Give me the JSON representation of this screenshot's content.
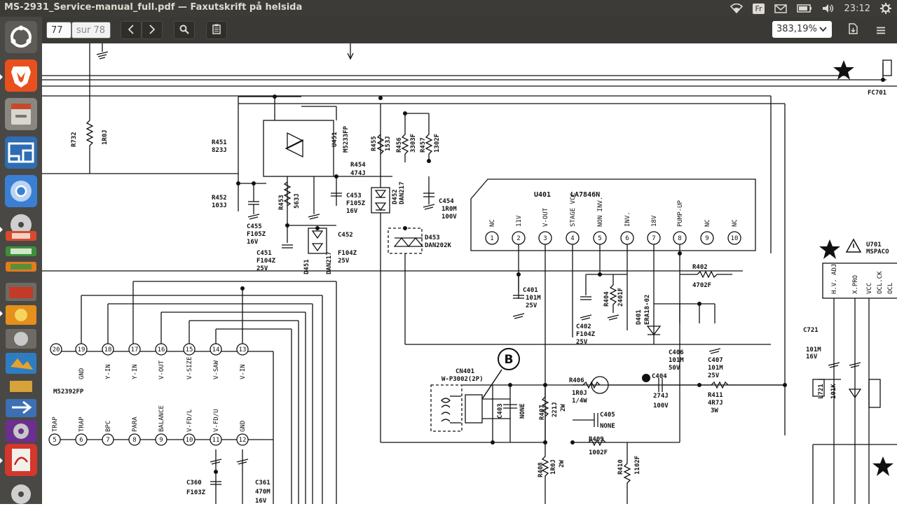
{
  "window": {
    "title": "MS-2931_Service-manual_full.pdf — Faxutskrift på helsida"
  },
  "tray": {
    "keyboard": "Fr",
    "clock": "23:12"
  },
  "toolbar": {
    "page_current": "77",
    "page_total": "sur 78",
    "zoom": "383,19%"
  },
  "launcher": {
    "items": [
      "ubuntu-dash-icon",
      "brave-browser-icon",
      "files-icon",
      "remmina-icon",
      "chromium-icon",
      "disc-icon",
      "stacked-app-icon-1",
      "stacked-app-icon-2",
      "stacked-app-icon-3",
      "stacked-app-icon-4",
      "stacked-app-icon-5",
      "stacked-app-icon-6",
      "stacked-app-icon-7",
      "stacked-app-icon-8",
      "stacked-app-icon-9",
      "stacked-app-icon-10",
      "document-viewer-icon",
      "trash-disc-icon"
    ]
  },
  "schematic": {
    "components": {
      "r732": "R732",
      "r732_val": "1R0J",
      "r451": "R451",
      "r451_val": "823J",
      "r452": "R452",
      "r452_val": "103J",
      "r453": "R453",
      "r453_val": "563J",
      "u451": "U451",
      "u451_val": "M5233FP",
      "r454": "R454",
      "r454_val": "474J",
      "r455": "R455",
      "r455_val": "153J",
      "r456": "R456",
      "r456_val": "3303F",
      "r457": "R457",
      "r457_val": "1302F",
      "c453": "C453",
      "c453_val": "F105Z",
      "c453_v": "16V",
      "d452": "D452",
      "d452_val": "DAN217",
      "c454": "C454",
      "c454_val": "1R0M",
      "c454_v": "100V",
      "c455": "C455",
      "c455_val": "F105Z",
      "c455_v": "16V",
      "c451": "C451",
      "c451_val": "F104Z",
      "c451_v": "25V",
      "d451": "D451",
      "d451_val": "DAN217",
      "c452": "C452",
      "c452_val": "F104Z",
      "c452_v": "25V",
      "d453": "D453",
      "d453_val": "DAN202K",
      "u401": "U401",
      "u401_val": "LA7846N",
      "r402": "R402",
      "r402_val": "4702F",
      "c401": "C401",
      "c401_val": "101M",
      "c401_v": "25V",
      "r404": "R404",
      "r404_val": "2401F",
      "c402": "C402",
      "c402_val": "F104Z",
      "c402_v": "25V",
      "d401": "D401",
      "d401_val": "ERA18-02",
      "c406": "C406",
      "c406_val": "101M",
      "c406_v": "50V",
      "c407": "C407",
      "c407_val": "101M",
      "c407_v": "25V",
      "cn401": "CN401",
      "cn401_val": "W-P3002(2P)",
      "c403": "C403",
      "c403_val": "NONE",
      "r407": "R407",
      "r407_val": "221J",
      "r407_w": "2W",
      "r406": "R406",
      "r406_val": "1R0J",
      "r406_w": "1/4W",
      "c404": "C404",
      "c404_val": "274J",
      "c404_v": "100V",
      "r411": "R411",
      "r411_val": "4R7J",
      "r411_w": "3W",
      "c405": "C405",
      "c405_val": "NONE",
      "r409": "R409",
      "r409_val": "1002F",
      "r408": "R408",
      "r408_val": "1R0J",
      "r408_w": "2W",
      "r410": "R410",
      "r410_val": "1102F",
      "u701": "U701",
      "u701_val": "MSPACO",
      "c721": "C721",
      "c721_val": "101M",
      "c721_v": "16V",
      "l721": "L721",
      "l721_val": "101K",
      "c360": "C360",
      "c360_val": "F103Z",
      "c361": "C361",
      "c361_val": "470M",
      "c361_v": "16V",
      "fc701": "FC701",
      "ic360": "M52392FP",
      "marker_b": "B"
    },
    "u401_pins": [
      "NC",
      "11V",
      "V-OUT",
      "STAGE VCC",
      "NON INV.",
      "INV.",
      "18V",
      "PUMP-UP",
      "NC",
      "NC"
    ],
    "u401_pin_nums": [
      "1",
      "2",
      "3",
      "4",
      "5",
      "6",
      "7",
      "8",
      "9",
      "10"
    ],
    "ic_top_pins": [
      "20",
      "19",
      "18",
      "17",
      "16",
      "15",
      "14",
      "13"
    ],
    "ic_top_labels": [
      "",
      "GND",
      "Y-IN",
      "Y-IN",
      "V-OUT",
      "V-SIZE",
      "V-SAW",
      "V-IN"
    ],
    "ic_bot_pins": [
      "5",
      "6",
      "7",
      "8",
      "9",
      "10",
      "11",
      "12"
    ],
    "ic_bot_labels": [
      "TRAP",
      "TRAP",
      "BPC",
      "PARA",
      "BALANCE",
      "V-FD/L",
      "V-FD/U",
      "GND"
    ],
    "u701_pins": [
      "H.V. ADJ",
      "X.PRO",
      "VCC",
      "OCL.CK",
      "OCL"
    ]
  }
}
